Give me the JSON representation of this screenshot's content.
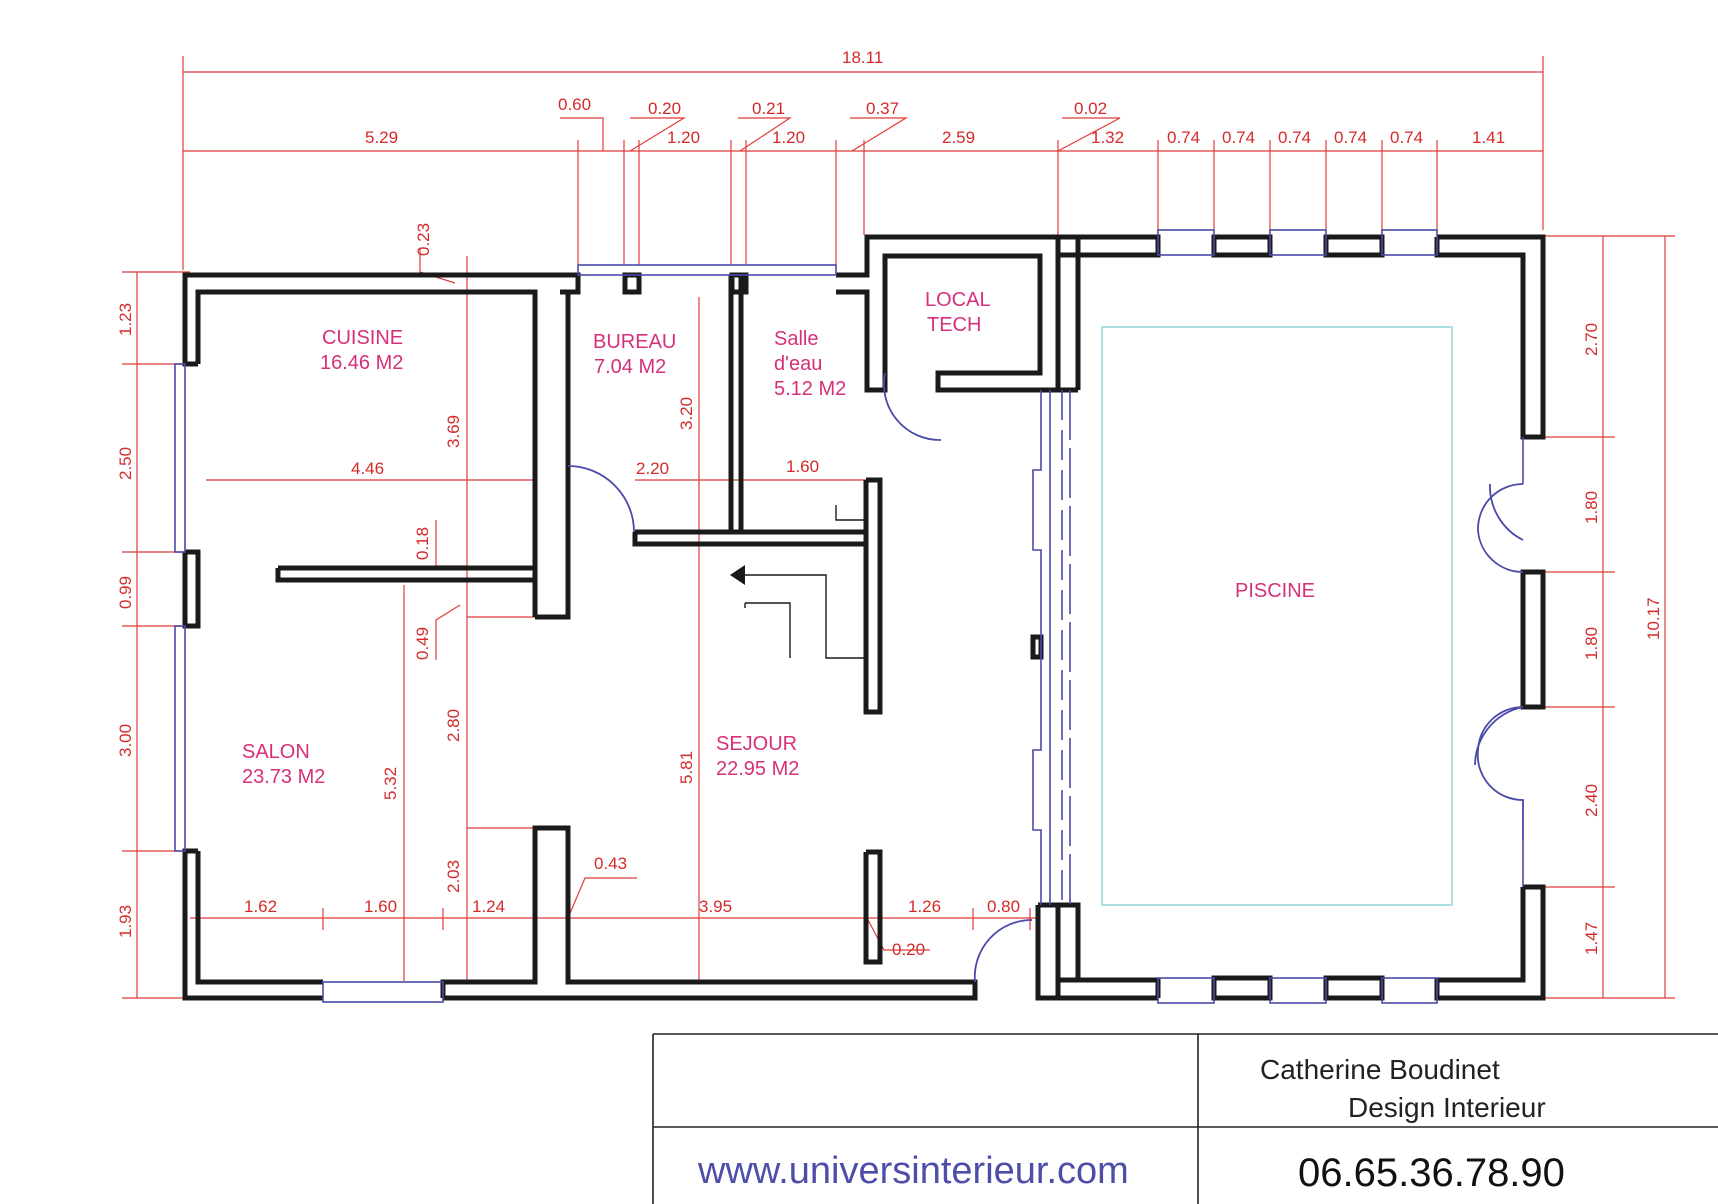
{
  "rooms": {
    "cuisine": {
      "name": "CUISINE",
      "area": "16.46 M2"
    },
    "bureau": {
      "name": "BUREAU",
      "area": "7.04 M2"
    },
    "salle_eau": {
      "name_1": "Salle",
      "name_2": "d'eau",
      "area": "5.12 M2"
    },
    "local_tech": {
      "name_1": "LOCAL",
      "name_2": "TECH"
    },
    "salon": {
      "name": "SALON",
      "area": "23.73 M2"
    },
    "sejour": {
      "name": "SEJOUR",
      "area": "22.95 M2"
    },
    "piscine": {
      "name": "PISCINE"
    }
  },
  "dimensions": {
    "total_width": "18.11",
    "top_row": [
      "5.29",
      "1.20",
      "1.20",
      "2.59",
      "1.32",
      "0.74",
      "0.74",
      "0.74",
      "0.74",
      "0.74",
      "1.41"
    ],
    "top_callouts": [
      "0.60",
      "0.20",
      "0.21",
      "0.37",
      "0.02"
    ],
    "left_column": [
      "1.23",
      "2.50",
      "0.99",
      "3.00",
      "1.93"
    ],
    "right_column": [
      "2.70",
      "1.80",
      "1.80",
      "2.40",
      "1.47"
    ],
    "total_height": "10.17",
    "interior": {
      "d_023": "0.23",
      "d_369": "3.69",
      "d_446": "4.46",
      "d_018": "0.18",
      "d_049": "0.49",
      "d_280": "2.80",
      "d_532": "5.32",
      "d_203": "2.03",
      "d_320": "3.20",
      "d_220": "2.20",
      "d_160a": "1.60",
      "d_581": "5.81",
      "d_043": "0.43",
      "d_162": "1.62",
      "d_160b": "1.60",
      "d_124": "1.24",
      "d_395": "3.95",
      "d_126": "1.26",
      "d_080": "0.80",
      "d_020": "0.20"
    }
  },
  "title_block": {
    "designer_name": "Catherine Boudinet",
    "designer_title": "Design Interieur",
    "website": "www.universinterieur.com",
    "phone": "06.65.36.78.90"
  },
  "colors": {
    "wall": "#1a1a1a",
    "dimension": "#e23b3b",
    "room_label": "#d6307a",
    "window": "#4a4aa8",
    "pool_outline": "#8fd6d6"
  }
}
